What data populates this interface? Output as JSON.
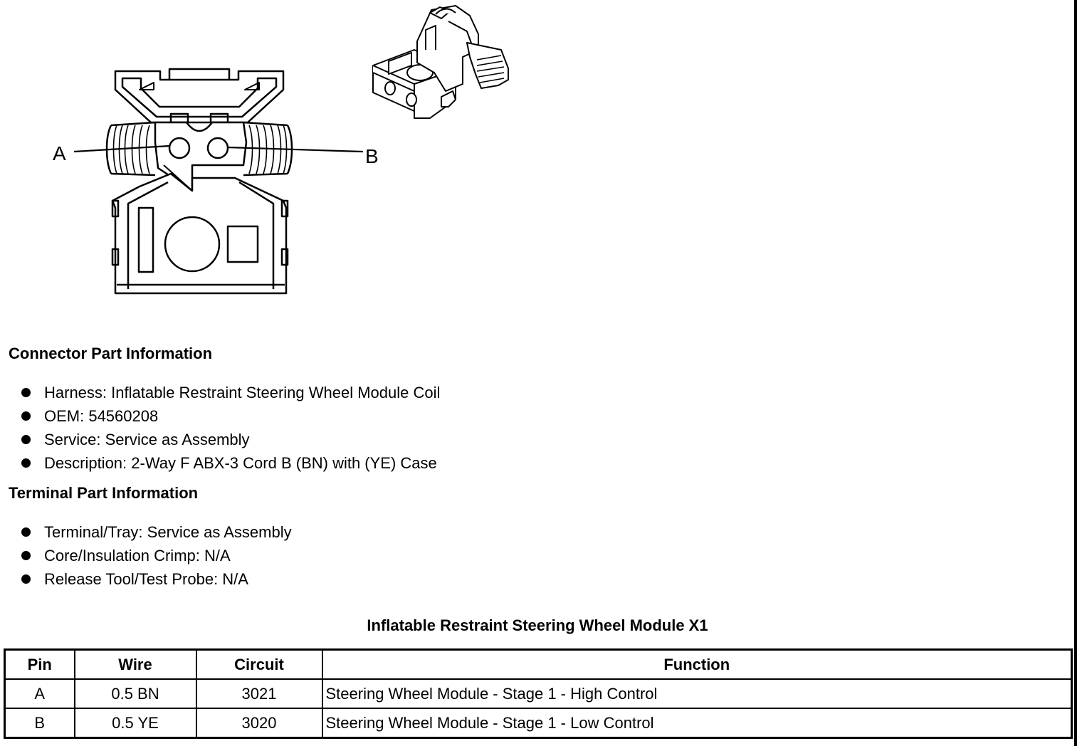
{
  "diagram": {
    "pin_labels": [
      "A",
      "B"
    ]
  },
  "connector_part_info": {
    "heading": "Connector Part Information",
    "items": [
      "Harness: Inflatable Restraint Steering Wheel Module Coil",
      "OEM: 54560208",
      "Service: Service as Assembly",
      "Description: 2-Way F ABX-3 Cord B (BN) with (YE) Case"
    ]
  },
  "terminal_part_info": {
    "heading": "Terminal Part Information",
    "items": [
      "Terminal/Tray: Service as Assembly",
      "Core/Insulation Crimp: N/A",
      "Release Tool/Test Probe: N/A"
    ]
  },
  "pinout_table": {
    "title": "Inflatable Restraint Steering Wheel Module X1",
    "headers": [
      "Pin",
      "Wire",
      "Circuit",
      "Function"
    ],
    "rows": [
      [
        "A",
        "0.5 BN",
        "3021",
        "Steering Wheel Module - Stage 1 - High Control"
      ],
      [
        "B",
        "0.5 YE",
        "3020",
        "Steering Wheel Module - Stage 1 - Low Control"
      ]
    ]
  }
}
